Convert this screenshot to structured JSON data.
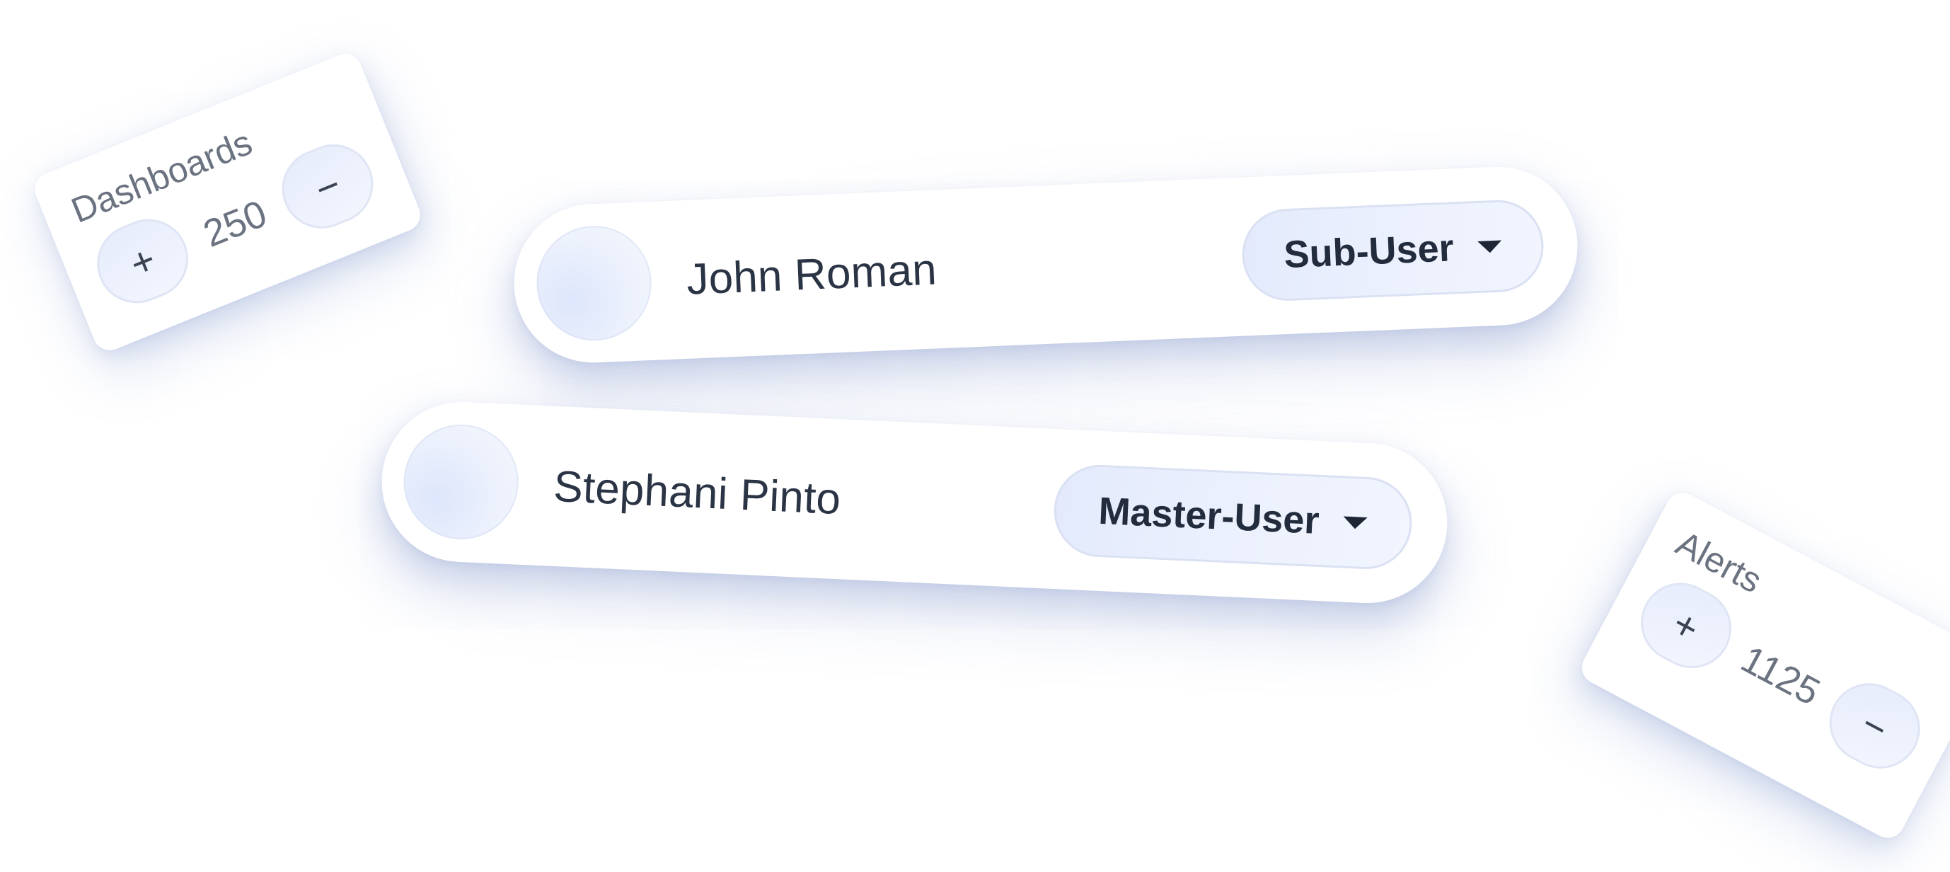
{
  "users": [
    {
      "name": "John Roman",
      "role": "Sub-User"
    },
    {
      "name": "Stephani Pinto",
      "role": "Master-User"
    }
  ],
  "counters": {
    "dashboards": {
      "label": "Dashboards",
      "value": "250",
      "increment": "+",
      "decrement": "−"
    },
    "alerts": {
      "label": "Alerts",
      "value": "1125",
      "increment": "+",
      "decrement": "−"
    }
  },
  "icons": {
    "dropdown": "caret-down-icon",
    "avatar": "avatar-placeholder"
  },
  "colors": {
    "background": "#ffffff",
    "card": "#ffffff",
    "accent_soft": "#e3eafc",
    "shadow": "#788ec8",
    "text_primary": "#2b3445",
    "text_muted": "#6b7280"
  }
}
